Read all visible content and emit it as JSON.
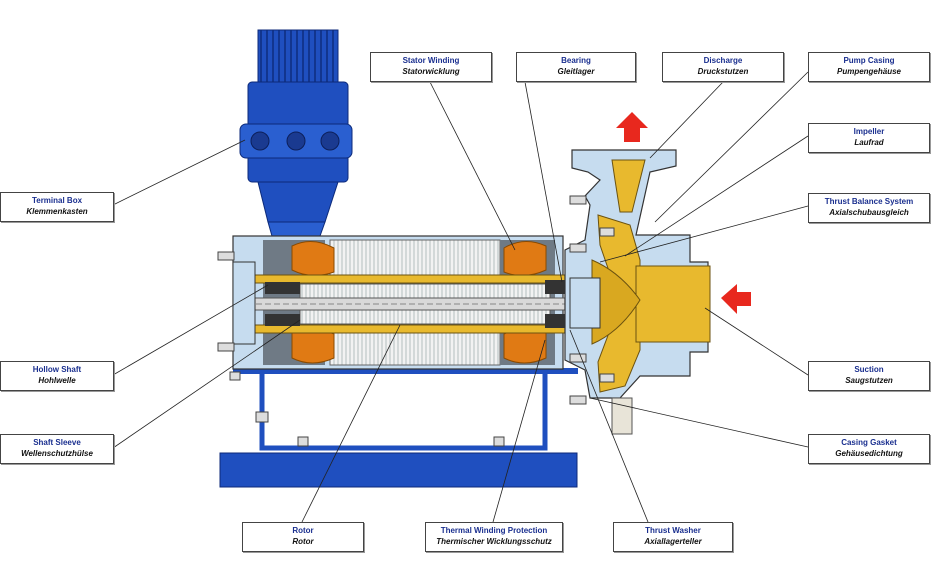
{
  "labels": {
    "terminal_box": {
      "en": "Terminal Box",
      "de": "Klemmenkasten"
    },
    "hollow_shaft": {
      "en": "Hollow Shaft",
      "de": "Hohlwelle"
    },
    "shaft_sleeve": {
      "en": "Shaft Sleeve",
      "de": "Wellenschutzhülse"
    },
    "rotor": {
      "en": "Rotor",
      "de": "Rotor"
    },
    "thermal_winding": {
      "en": "Thermal Winding Protection",
      "de": "Thermischer Wicklungsschutz"
    },
    "thrust_washer": {
      "en": "Thrust Washer",
      "de": "Axiallagerteller"
    },
    "stator_winding": {
      "en": "Stator Winding",
      "de": "Statorwicklung"
    },
    "bearing": {
      "en": "Bearing",
      "de": "Gleitlager"
    },
    "discharge": {
      "en": "Discharge",
      "de": "Druckstutzen"
    },
    "pump_casing": {
      "en": "Pump Casing",
      "de": "Pumpengehäuse"
    },
    "impeller": {
      "en": "Impeller",
      "de": "Laufrad"
    },
    "thrust_balance": {
      "en": "Thrust Balance System",
      "de": "Axialschubausgleich"
    },
    "suction": {
      "en": "Suction",
      "de": "Saugstutzen"
    },
    "casing_gasket": {
      "en": "Casing Gasket",
      "de": "Gehäusedichtung"
    }
  },
  "colors": {
    "motor_blue": "#1f4fbf",
    "casing_light": "#c6dcef",
    "brass": "#e8b92e",
    "winding_orange": "#e07a14",
    "arrow_red": "#e8281e",
    "label_blue": "#1a2f8f"
  },
  "icons": {
    "flow_out": "arrow-up-icon",
    "flow_in": "arrow-left-icon"
  }
}
